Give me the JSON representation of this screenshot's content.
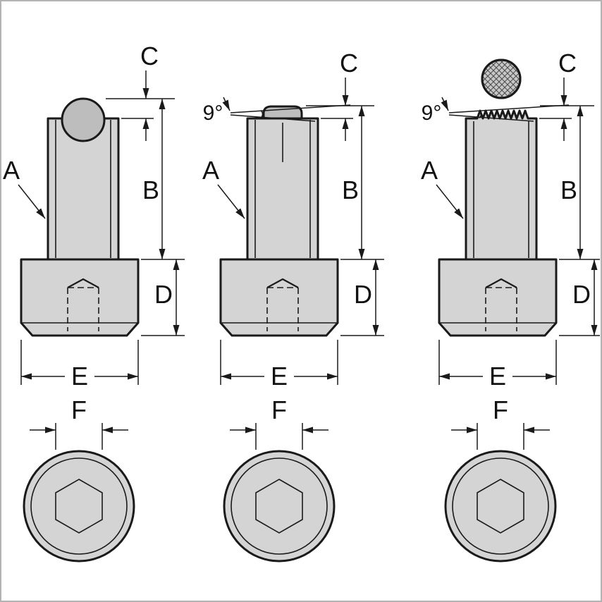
{
  "figure": {
    "kind": "technical-drawing",
    "description": "Three threaded spring-plunger variants: side views with dimension callouts and bottom views with hex socket",
    "colors": {
      "background": "#ffffff",
      "border": "#b3b3b3",
      "body_fill": "#d4d4d4",
      "ball_fill": "#bdbdbd",
      "knurl_fill": "#c8c8c8",
      "line": "#1a1a1a"
    },
    "variants": [
      {
        "id": "ball-end",
        "labels": {
          "A": "A",
          "B": "B",
          "C": "C",
          "D": "D",
          "E": "E",
          "F": "F"
        }
      },
      {
        "id": "flat-ball-end",
        "angle": "9°",
        "labels": {
          "A": "A",
          "B": "B",
          "C": "C",
          "D": "D",
          "E": "E",
          "F": "F"
        }
      },
      {
        "id": "knurled-ball-end",
        "angle": "9°",
        "labels": {
          "A": "A",
          "B": "B",
          "C": "C",
          "D": "D",
          "E": "E",
          "F": "F"
        }
      }
    ]
  }
}
